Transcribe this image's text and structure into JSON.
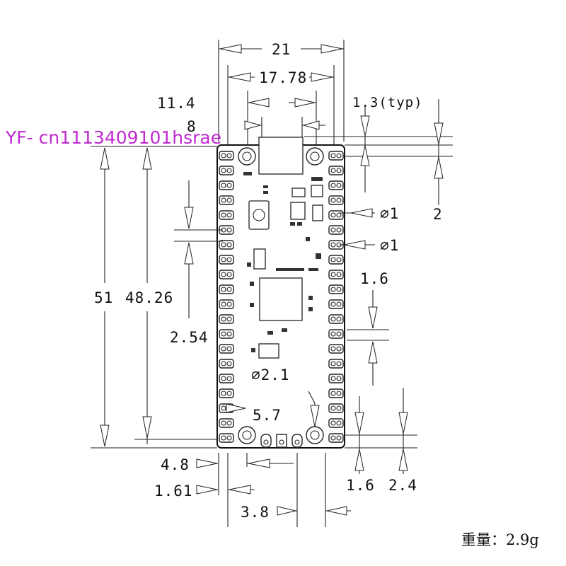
{
  "watermark": "YF- cn1113409101hsrae",
  "weight_label": "重量：2.9g",
  "dimensions": {
    "board_width": "21",
    "pin_row_spacing": "17.78",
    "usb_mount_holes": "11.4",
    "usb_width": "8",
    "usb_overhang": "1.3(typ)",
    "hole_dia_a": "∅1",
    "hole_dia_b": "∅1",
    "hole_offset_top": "2",
    "board_length": "51",
    "pin_column_length": "48.26",
    "pin_pitch": "2.54",
    "pad_gap": "1.6",
    "mount_hole_dia": "∅2.1",
    "mount_hole_spacing": "5.7",
    "bottom_offset": "4.8",
    "edge_offset": "1.61",
    "debug_offset": "3.8",
    "bottom_pad_a": "1.6",
    "bottom_pad_b": "2.4"
  }
}
